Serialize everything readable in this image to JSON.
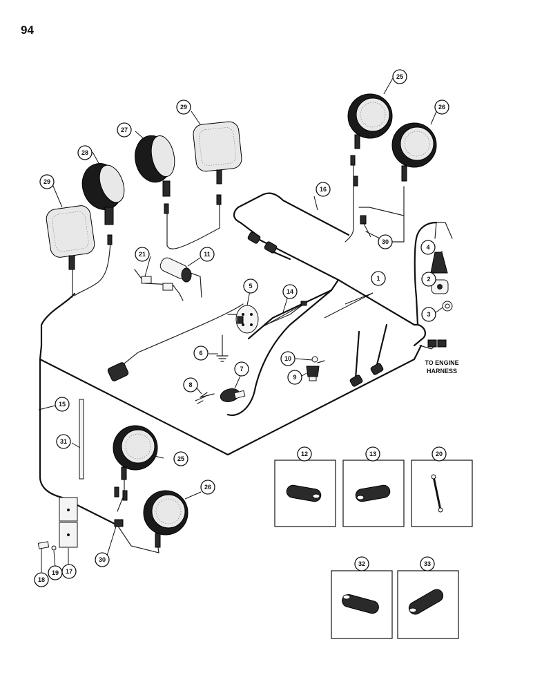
{
  "page_number": "94",
  "labels": {
    "to_engine_harness_line1": "TO ENGINE",
    "to_engine_harness_line2": "HARNESS"
  },
  "callouts": {
    "c1": "1",
    "c2": "2",
    "c3": "3",
    "c4": "4",
    "c5": "5",
    "c6": "6",
    "c7": "7",
    "c8": "8",
    "c9": "9",
    "c10": "10",
    "c11": "11",
    "c12": "12",
    "c13": "13",
    "c14": "14",
    "c15": "15",
    "c16": "16",
    "c17": "17",
    "c18": "18",
    "c19": "19",
    "c20": "20",
    "c21": "21",
    "c25a": "25",
    "c26a": "26",
    "c25b": "25",
    "c26b": "26",
    "c27": "27",
    "c28": "28",
    "c29a": "29",
    "c29b": "29",
    "c30a": "30",
    "c30b": "30",
    "c31": "31",
    "c32": "32",
    "c33": "33"
  }
}
